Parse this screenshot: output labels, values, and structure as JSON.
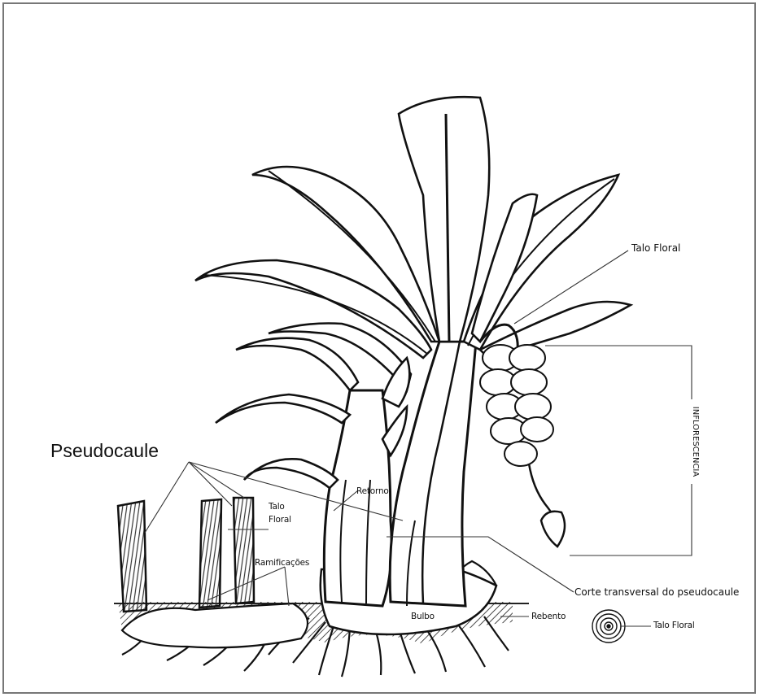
{
  "labels": {
    "pseudocaule": "Pseudocaule",
    "talo_floral_top": "Talo Floral",
    "talo_floral_left_1": "Talo",
    "talo_floral_left_2": "Floral",
    "retorno": "Retorno",
    "ramificacoes": "Ramificações",
    "inflorescencia": "INFLORESCENCIA",
    "corte_transversal": "Corte transversal do pseudocaule",
    "bulbo": "Bulbo",
    "rebento": "Rebento",
    "talo_floral_cross": "Talo Floral"
  },
  "colors": {
    "ink": "#111111",
    "frame": "#777777",
    "background": "#ffffff"
  }
}
